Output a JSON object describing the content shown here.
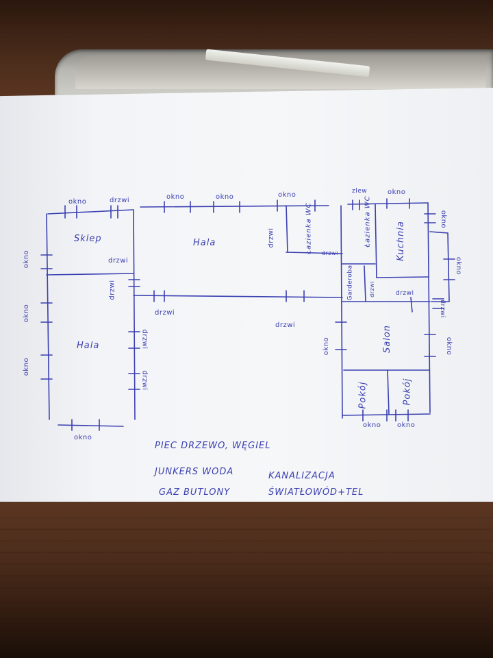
{
  "colors": {
    "ink": "#3a3fb0",
    "paper": "#f3f4f7",
    "table": "#3b2417"
  },
  "plan": {
    "rooms": {
      "sklep": "Sklep",
      "hala_left": "Hala",
      "hala_main": "Hala",
      "lazienka_wc": "Łazienka WC",
      "lazienka_wc_2": "Łazienka WC",
      "kuchnia": "Kuchnia",
      "salon": "Salon",
      "pokoj_1": "Pokój",
      "pokoj_2": "Pokój",
      "garderoba": "Garderoba"
    },
    "labels": {
      "okno": "okno",
      "drzwi": "drzwi",
      "zlew": "zlew"
    }
  },
  "notes": {
    "line1": "PIEC DRZEWO, WĘGIEL",
    "line2a": "JUNKERS WODA",
    "line2b": "KANALIZACJA",
    "line3a": "GAZ BUTLONY",
    "line3b": "ŚWIATŁOWÓD+TEL"
  }
}
